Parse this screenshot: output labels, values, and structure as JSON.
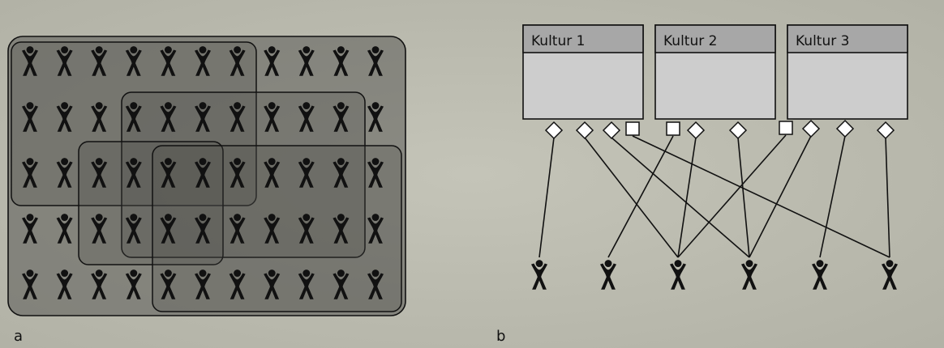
{
  "panel_a": {
    "label": "a",
    "grid": {
      "rows": 5,
      "cols": 11
    },
    "person_icon": "person-icon"
  },
  "panel_b": {
    "label": "b",
    "cultures": [
      {
        "title": "Kultur 1"
      },
      {
        "title": "Kultur 2"
      },
      {
        "title": "Kultur 3"
      }
    ],
    "person_count": 6,
    "connector_icon": "diamond-connector-icon",
    "person_icon": "person-icon"
  },
  "colors": {
    "background": "#bcbcb0",
    "region_fill": "#5a5a55",
    "stroke": "#111111",
    "culture_header": "#a7a7a7",
    "culture_body": "#cdcdcd",
    "connector_fill": "#ffffff"
  }
}
